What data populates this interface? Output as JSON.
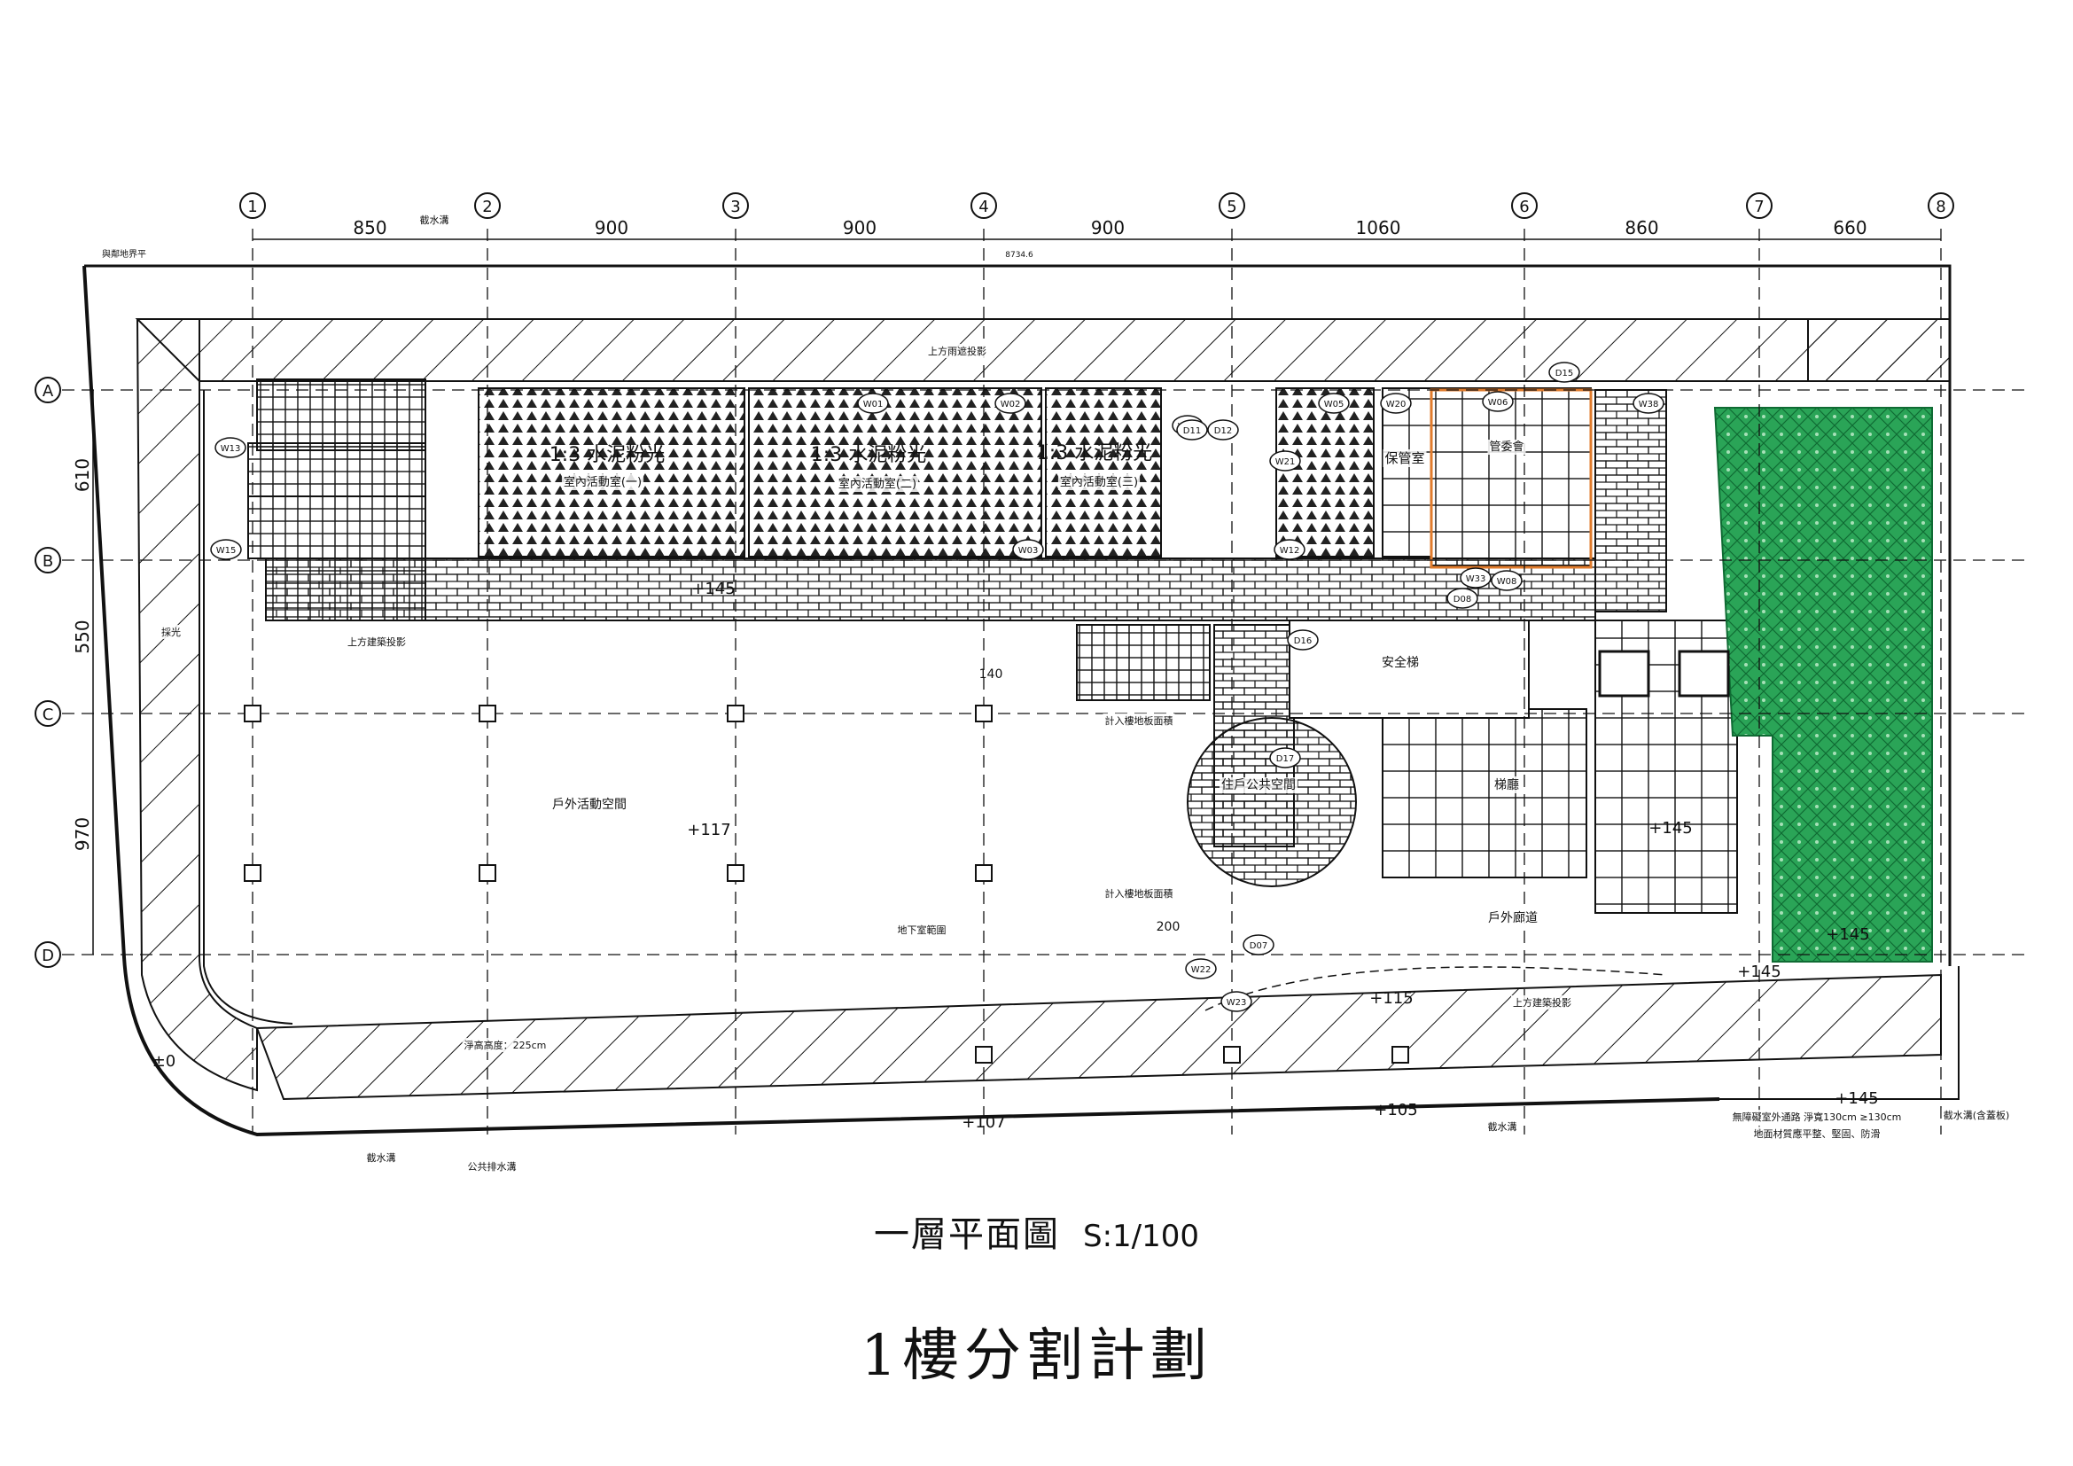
{
  "grid": {
    "columns": [
      "1",
      "2",
      "3",
      "4",
      "5",
      "6",
      "7",
      "8"
    ],
    "rows": [
      "A",
      "B",
      "C",
      "D"
    ],
    "column_spans": [
      "850",
      "900",
      "900",
      "900",
      "1060",
      "860",
      "660"
    ],
    "row_spans": [
      "610",
      "550",
      "970"
    ]
  },
  "colors": {
    "line": "#111111",
    "planting": "#1f9e4a",
    "highlight_room": "#e07b2c",
    "background": "#ffffff"
  },
  "rooms": {
    "multipurpose_1": "室內活動室(一)",
    "multipurpose_2": "室內活動室(二)",
    "multipurpose_3": "室內活動室(三)",
    "finish_1": "1:3 水泥粉光",
    "finish_2": "1:3 水泥粉光",
    "finish_3": "1:3 水泥粉光",
    "guard_room": "保管室",
    "management": "管委會",
    "outdoor_activity": "戶外活動空間",
    "safe_stair": "安全梯",
    "lobby": "梯廳",
    "outdoor_area": "戶外廊道",
    "common_area": "住戶公共空間"
  },
  "notes": {
    "drain_top": "截水溝",
    "drain_bottom_1": "截水溝",
    "drain_bottom_2": "截水溝",
    "public_drain": "公共排水溝",
    "upper_canopy": "上方雨遮投影",
    "upper_building_left": "上方建築投影",
    "upper_building_bottom": "上方建築投影",
    "basement_range": "地下室範圍",
    "floor_slab_1": "計入樓地板面積",
    "floor_slab_2": "計入樓地板面積",
    "skylight": "採光",
    "clear_height": "淨高高度：225cm",
    "accessible_note_1": "無障礙室外通路 淨寬130cm ≥130cm",
    "accessible_note_2": "地面材質應平整、堅固、防滑",
    "drain_corner": "截水溝(含蓋板)",
    "red_line": "與鄰地界平"
  },
  "levels": {
    "outdoor": "+117",
    "corridor": "+145",
    "lobby": "+145",
    "east": "+145",
    "entrance": "+115",
    "south_1": "+107",
    "south_2": "+105",
    "corner": "±0",
    "ramp_end": "+145",
    "right_low": "+145"
  },
  "dims": {
    "d140": "140",
    "d200": "200",
    "overall": "8734.6"
  },
  "tags": [
    "W01",
    "W02",
    "W03",
    "W05",
    "W06",
    "W08",
    "W10",
    "W12",
    "W13",
    "W15",
    "W20",
    "W21",
    "W22",
    "W23",
    "W33",
    "W38",
    "D07",
    "D08",
    "D11",
    "D12",
    "D15",
    "D16",
    "D17"
  ],
  "captions": {
    "title": "一層平面圖",
    "scale": "S:1/100",
    "subtitle": "1樓分割計劃"
  }
}
